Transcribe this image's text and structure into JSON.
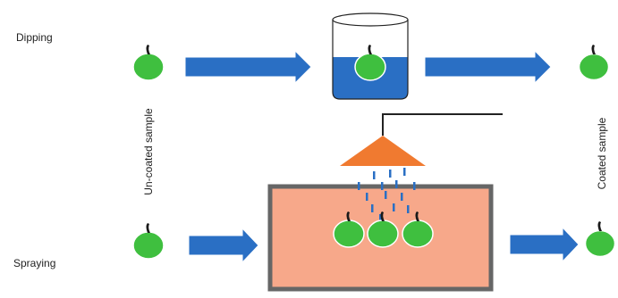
{
  "labels": {
    "dipping": "Dipping",
    "spraying": "Spraying",
    "uncoated": "Un-coated sample",
    "coated": "Coated sample"
  },
  "colors": {
    "fruit": "#3fbf3f",
    "fruit_outline": "#2a8a2a",
    "stem": "#1a1a1a",
    "arrow": "#2a6fc4",
    "liquid": "#2a6fc4",
    "nozzle": "#f07a30",
    "chamber_fill": "#f7a88a",
    "chamber_border": "#666666",
    "drop": "#2a6fc4"
  },
  "icons": {
    "fruit": "apple-icon",
    "arrow": "right-arrow-icon",
    "beaker": "beaker-icon",
    "nozzle": "spray-nozzle-icon",
    "chamber": "spray-chamber-icon"
  }
}
